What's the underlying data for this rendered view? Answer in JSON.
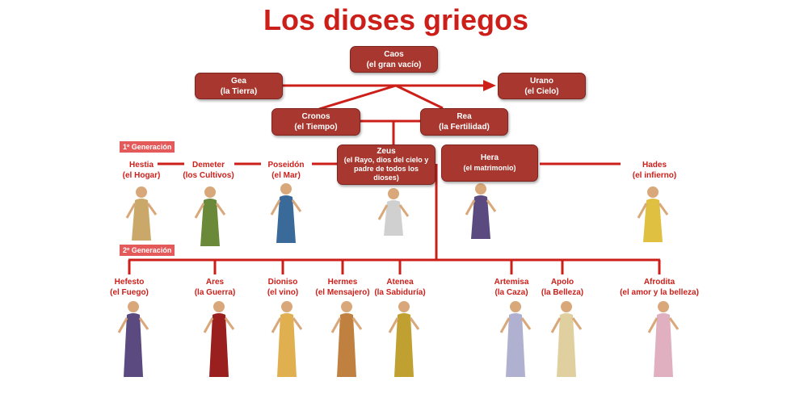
{
  "title": "Los dioses griegos",
  "boxes": {
    "caos": {
      "name": "Caos",
      "desc": "(el gran vacío)"
    },
    "gea": {
      "name": "Gea",
      "desc": "(la Tierra)"
    },
    "urano": {
      "name": "Urano",
      "desc": "(el Cielo)"
    },
    "cronos": {
      "name": "Cronos",
      "desc": "(el Tiempo)"
    },
    "rea": {
      "name": "Rea",
      "desc": "(la Fertilidad)"
    },
    "zeus": {
      "name": "Zeus",
      "desc": "(el Rayo, dios del cielo y padre de todos los dioses)"
    },
    "hera": {
      "name": "Hera",
      "desc": "(el matrimonio)"
    }
  },
  "gen1": {
    "label": "1º Generación",
    "gods": [
      {
        "name": "Hestia",
        "desc": "(el Hogar)"
      },
      {
        "name": "Demeter",
        "desc": "(los Cultivos)"
      },
      {
        "name": "Poseidón",
        "desc": "(el Mar)"
      },
      {
        "name": "Hades",
        "desc": "(el infierno)"
      }
    ]
  },
  "gen2": {
    "label": "2º Generación",
    "gods": [
      {
        "name": "Hefesto",
        "desc": "(el Fuego)"
      },
      {
        "name": "Ares",
        "desc": "(la Guerra)"
      },
      {
        "name": "Dioniso",
        "desc": "(el vino)"
      },
      {
        "name": "Hermes",
        "desc": "(el Mensajero)"
      },
      {
        "name": "Atenea",
        "desc": "(la Sabiduría)"
      },
      {
        "name": "Artemisa",
        "desc": "(la Caza)"
      },
      {
        "name": "Apolo",
        "desc": "(la Belleza)"
      },
      {
        "name": "Afrodita",
        "desc": "(el amor y la belleza)"
      }
    ]
  }
}
